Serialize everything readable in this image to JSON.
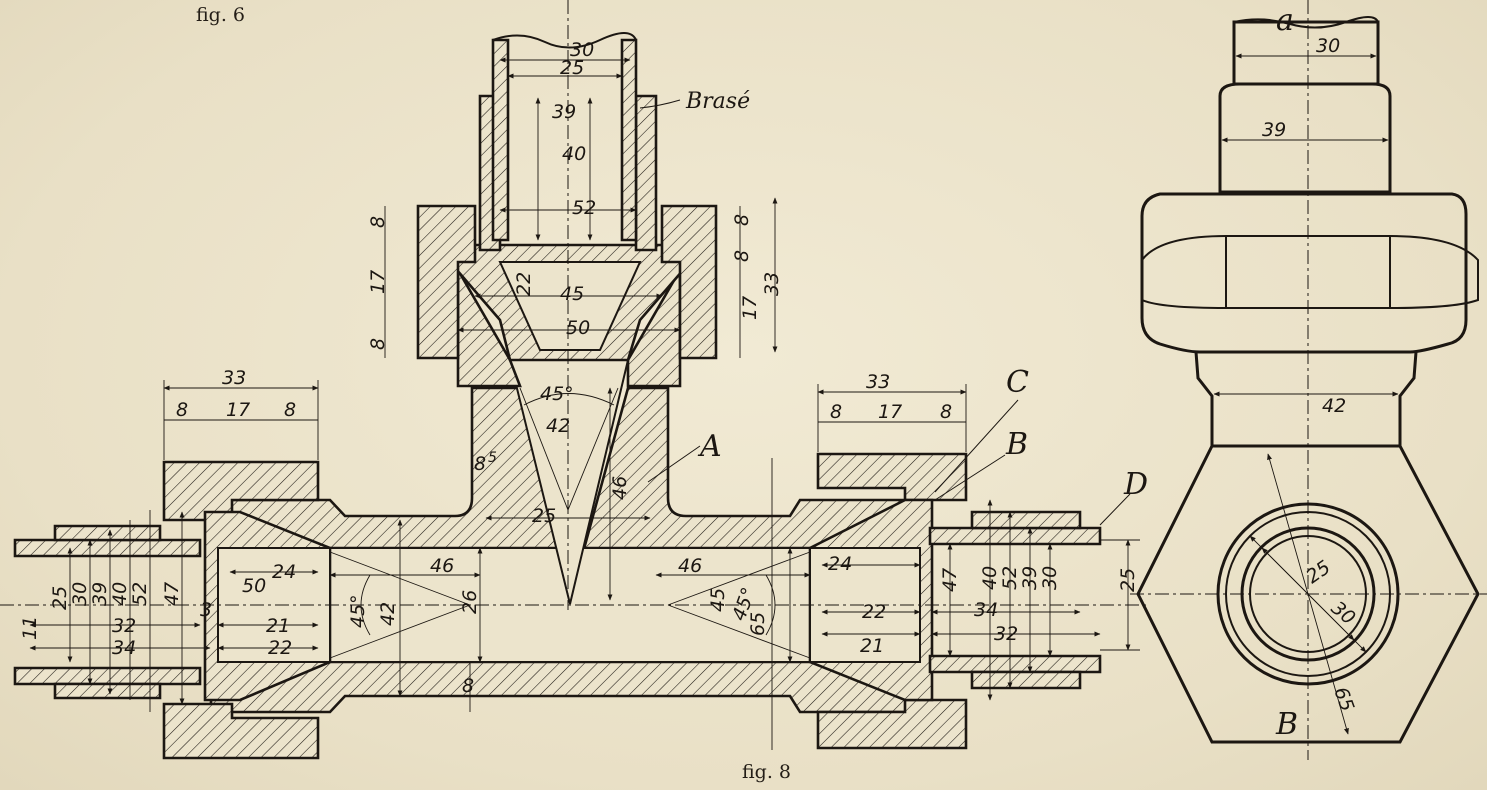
{
  "captions": {
    "fig6": "fig. 6",
    "fig8": "fig. 8"
  },
  "notes": {
    "brase": "Brasé"
  },
  "part_labels": {
    "a": "A",
    "b": "B",
    "c": "C",
    "d": "D",
    "view_a": "a",
    "view_b": "B"
  },
  "dimensions": {
    "top_branch": [
      "30",
      "25",
      "39",
      "40",
      "52",
      "45",
      "50",
      "22"
    ],
    "top_nut_left": [
      "8",
      "17",
      "8"
    ],
    "top_nut_right": [
      "8",
      "8",
      "17",
      "33"
    ],
    "body": [
      "45°",
      "42",
      "25",
      "46",
      "8",
      "5"
    ],
    "left_nut": [
      "33",
      "8",
      "17",
      "8"
    ],
    "left_run": [
      "25",
      "30",
      "39",
      "40",
      "52",
      "47",
      "32",
      "34",
      "50",
      "21",
      "22",
      "24",
      "3",
      "11",
      "45°",
      "42",
      "26",
      "46",
      "8"
    ],
    "right_nut": [
      "33",
      "8",
      "17",
      "8"
    ],
    "right_run": [
      "46",
      "45",
      "45°",
      "65",
      "24",
      "22",
      "21",
      "47",
      "40",
      "52",
      "39",
      "30",
      "34",
      "32",
      "25"
    ],
    "side_view": [
      "30",
      "39",
      "42",
      "25",
      "30",
      "65"
    ]
  },
  "colors": {
    "paper": "#ece4cc",
    "ink": "#1c1712"
  }
}
